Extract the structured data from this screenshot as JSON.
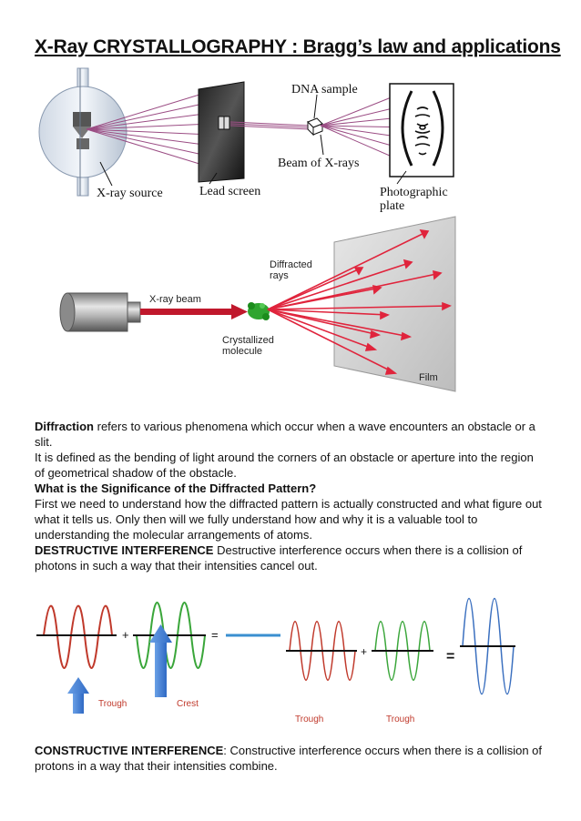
{
  "title": "X-Ray CRYSTALLOGRAPHY : Bragg’s law and applications",
  "figure1": {
    "label_dna": "DNA sample",
    "label_beam": "Beam of X-rays",
    "label_source": "X-ray source",
    "label_screen": "Lead screen",
    "label_plate_1": "Photographic",
    "label_plate_2": "plate"
  },
  "figure2": {
    "label_diffracted_1": "Diffracted",
    "label_diffracted_2": "rays",
    "label_beam": "X-ray beam",
    "label_crystal_1": "Crystallized",
    "label_crystal_2": "molecule",
    "label_film": "Film"
  },
  "paragraphs": {
    "diffraction_term": "Diffraction",
    "diffraction_rest": " refers to various phenomena which occur when a wave encounters an obstacle or a slit.",
    "definition": "It is defined as the bending of light around the corners of an obstacle or aperture into the region of geometrical shadow of the obstacle.",
    "significance_heading": "What is the Significance of the Diffracted Pattern?",
    "significance_body": "First we need to understand how the diffracted pattern is actually constructed and what figure out what it tells us.  Only then will we fully understand how and why it is a valuable tool to understanding the molecular arrangements of atoms.",
    "destructive_term": "DESTRUCTIVE INTERFERENCE",
    "destructive_body": " Destructive interference  occurs when there is a collision of photons in such a way that their intensities cancel out.",
    "constructive_term": "CONSTRUCTIVE INTERFERENCE",
    "constructive_body": ": Constructive interference occurs when there is a collision of protons in a way that their intensities combine."
  },
  "figure3": {
    "label_trough": "Trough",
    "label_crest": "Crest",
    "label_trough_2": "Trough",
    "label_trough_3": "Trough"
  },
  "colors": {
    "red_wave": "#c0392b",
    "green_wave": "#3aa63a",
    "blue_wave": "#3a6fbf",
    "ray_red": "#e0243c",
    "ray_purple": "#8e3b6e"
  }
}
